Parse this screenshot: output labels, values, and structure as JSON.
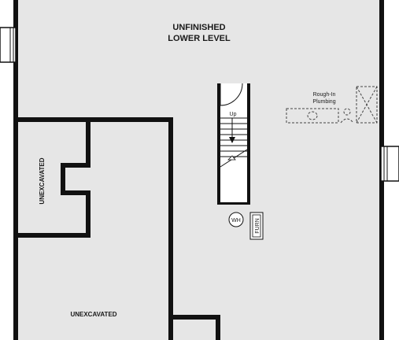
{
  "plan": {
    "rooms": {
      "unfinished_line1": "UNFINISHED",
      "unfinished_line2": "LOWER LEVEL",
      "unexcavated_left": "UNEXCAVATED",
      "unexcavated_bottom": "UNEXCAVATED"
    },
    "fixtures": {
      "rough_in_line1": "Rough-In",
      "rough_in_line2": "Plumbing",
      "stair_label": "Up",
      "water_heater": "WH",
      "furnace": "FURN"
    },
    "colors": {
      "floor_fill": "#e6e6e6",
      "wall": "#111111",
      "dashed": "#444444"
    }
  }
}
